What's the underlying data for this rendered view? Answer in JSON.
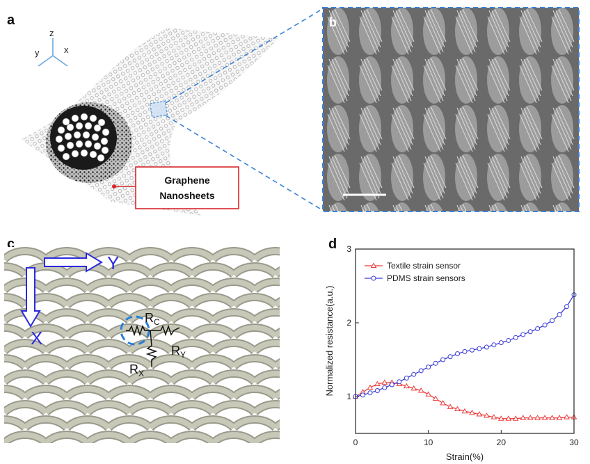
{
  "panels": {
    "a": {
      "label": "a",
      "axes": {
        "z": "z",
        "y": "y",
        "x": "x"
      },
      "callout_line1": "Graphene",
      "callout_line2": "Nanosheets"
    },
    "b": {
      "label": "b"
    },
    "c": {
      "label": "c",
      "arrow_y": "Y",
      "arrow_x": "X",
      "rc": "R",
      "rc_sub": "C",
      "rx": "R",
      "rx_sub": "X",
      "ry": "R",
      "ry_sub": "Y"
    },
    "d": {
      "label": "d"
    }
  },
  "colors": {
    "textile": "#ee3b3b",
    "pdms": "#3b3bdd",
    "dash": "#3b82d6",
    "callout": "#d9262b",
    "yarn": "#c4c4b4"
  },
  "chart_data": {
    "type": "line",
    "title": "",
    "xlabel": "Strain(%)",
    "ylabel": "Normalized resistance(a.u.)",
    "xlim": [
      0,
      30
    ],
    "ylim": [
      0.5,
      3
    ],
    "xticks": [
      0,
      10,
      20,
      30
    ],
    "yticks": [
      1,
      2,
      3
    ],
    "legend_position": "top-left",
    "series": [
      {
        "name": "Textile strain sensor",
        "color": "#ee3b3b",
        "marker": "triangle",
        "x": [
          0,
          1,
          2,
          3,
          4,
          5,
          6,
          7,
          8,
          9,
          10,
          11,
          12,
          13,
          14,
          15,
          16,
          17,
          18,
          19,
          20,
          21,
          22,
          23,
          24,
          25,
          26,
          27,
          28,
          29,
          30
        ],
        "y": [
          1.0,
          1.06,
          1.12,
          1.17,
          1.19,
          1.19,
          1.17,
          1.14,
          1.11,
          1.08,
          1.03,
          0.97,
          0.91,
          0.86,
          0.83,
          0.8,
          0.78,
          0.76,
          0.74,
          0.72,
          0.7,
          0.7,
          0.7,
          0.71,
          0.71,
          0.71,
          0.71,
          0.71,
          0.71,
          0.72,
          0.72
        ]
      },
      {
        "name": "PDMS strain sensors",
        "color": "#3b3bdd",
        "marker": "circle",
        "x": [
          0,
          1,
          2,
          3,
          4,
          5,
          6,
          7,
          8,
          9,
          10,
          11,
          12,
          13,
          14,
          15,
          16,
          17,
          18,
          19,
          20,
          21,
          22,
          23,
          24,
          25,
          26,
          27,
          28,
          29,
          30
        ],
        "y": [
          1.0,
          1.02,
          1.05,
          1.08,
          1.12,
          1.16,
          1.2,
          1.25,
          1.3,
          1.35,
          1.4,
          1.45,
          1.5,
          1.54,
          1.58,
          1.61,
          1.63,
          1.65,
          1.67,
          1.7,
          1.73,
          1.76,
          1.8,
          1.84,
          1.88,
          1.92,
          1.97,
          2.03,
          2.11,
          2.22,
          2.38
        ]
      }
    ]
  }
}
